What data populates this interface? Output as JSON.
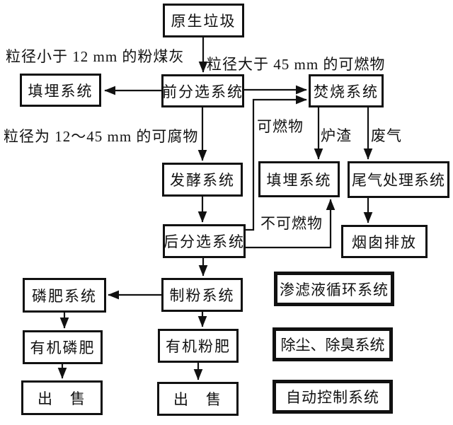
{
  "diagram": {
    "type": "flowchart",
    "subject": "垃圾处理系统流程图",
    "colors": {
      "ink": "#111111",
      "background": "#ffffff"
    },
    "nodes": [
      {
        "id": "raw-waste",
        "label": "原生垃圾"
      },
      {
        "id": "landfill-left",
        "label": "填埋系统"
      },
      {
        "id": "pre-sorting",
        "label": "前分选系统"
      },
      {
        "id": "incineration",
        "label": "焚烧系统"
      },
      {
        "id": "fermentation",
        "label": "发酵系统"
      },
      {
        "id": "landfill-mid",
        "label": "填埋系统"
      },
      {
        "id": "tail-gas-treatment",
        "label": "尾气处理系统"
      },
      {
        "id": "post-sorting",
        "label": "后分选系统"
      },
      {
        "id": "chimney-emission",
        "label": "烟囱排放"
      },
      {
        "id": "phosphate-fertilizer",
        "label": "磷肥系统"
      },
      {
        "id": "powder-making",
        "label": "制粉系统"
      },
      {
        "id": "leachate-circulation",
        "label": "渗滤液循环系统"
      },
      {
        "id": "organic-phosphate",
        "label": "有机磷肥"
      },
      {
        "id": "organic-powder",
        "label": "有机粉肥"
      },
      {
        "id": "dust-deodorization",
        "label": "除尘、除臭系统"
      },
      {
        "id": "sale-left",
        "label": "出　售"
      },
      {
        "id": "sale-mid",
        "label": "出　售"
      },
      {
        "id": "auto-control",
        "label": "自动控制系统"
      }
    ],
    "edge_labels": [
      {
        "id": "fly-ash",
        "text": "粒径小于 12 mm 的粉煤灰"
      },
      {
        "id": "combustible-45",
        "text": "粒径大于 45 mm 的可燃物"
      },
      {
        "id": "perishable",
        "text": "粒径为 12～45 mm 的可腐物"
      },
      {
        "id": "combustible",
        "text": "可燃物"
      },
      {
        "id": "slag",
        "text": "炉渣"
      },
      {
        "id": "waste-gas",
        "text": "废气"
      },
      {
        "id": "non-combustible",
        "text": "不可燃物"
      }
    ],
    "edges": [
      {
        "from": "原生垃圾",
        "to": "前分选系统"
      },
      {
        "from": "前分选系统",
        "to": "填埋系统(左)",
        "label": "粒径小于 12 mm 的粉煤灰"
      },
      {
        "from": "前分选系统",
        "to": "焚烧系统",
        "label": "粒径大于 45 mm 的可燃物"
      },
      {
        "from": "前分选系统",
        "to": "发酵系统",
        "label": "粒径为 12～45 mm 的可腐物"
      },
      {
        "from": "后分选系统",
        "to": "焚烧系统",
        "label": "可燃物"
      },
      {
        "from": "焚烧系统",
        "to": "填埋系统(中)",
        "label": "炉渣"
      },
      {
        "from": "焚烧系统",
        "to": "尾气处理系统",
        "label": "废气"
      },
      {
        "from": "后分选系统",
        "to": "填埋系统(中)",
        "label": "不可燃物"
      },
      {
        "from": "尾气处理系统",
        "to": "烟囱排放"
      },
      {
        "from": "发酵系统",
        "to": "后分选系统"
      },
      {
        "from": "后分选系统",
        "to": "制粉系统"
      },
      {
        "from": "制粉系统",
        "to": "磷肥系统"
      },
      {
        "from": "磷肥系统",
        "to": "有机磷肥"
      },
      {
        "from": "有机磷肥",
        "to": "出售(左)"
      },
      {
        "from": "制粉系统",
        "to": "有机粉肥"
      },
      {
        "from": "有机粉肥",
        "to": "出售(中)"
      }
    ],
    "standalone_nodes": [
      "渗滤液循环系统",
      "除尘、除臭系统",
      "自动控制系统"
    ]
  }
}
